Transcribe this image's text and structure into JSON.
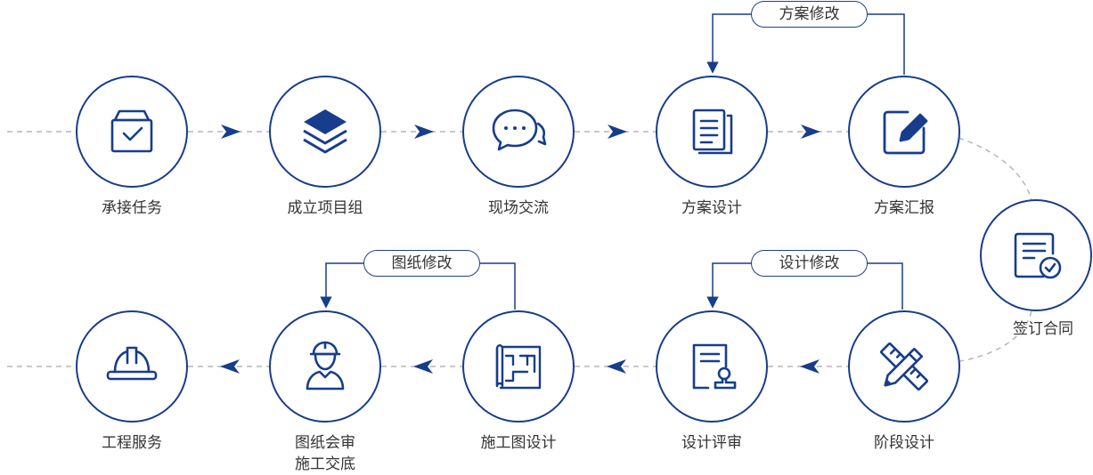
{
  "colors": {
    "primary": "#173d8c",
    "dashed": "#b6b6b6",
    "text": "#333333"
  },
  "steps": [
    {
      "label": "承接任务",
      "icon": "box-check-icon"
    },
    {
      "label": "成立项目组",
      "icon": "layers-icon"
    },
    {
      "label": "现场交流",
      "icon": "chat-bubbles-icon"
    },
    {
      "label": "方案设计",
      "icon": "document-list-icon"
    },
    {
      "label": "方案汇报",
      "icon": "edit-square-icon"
    },
    {
      "label": "签订合同",
      "icon": "contract-check-icon"
    },
    {
      "label": "阶段设计",
      "icon": "ruler-pencil-icon"
    },
    {
      "label": "设计评审",
      "icon": "document-stamp-icon"
    },
    {
      "label": "施工图设计",
      "icon": "blueprint-icon"
    },
    {
      "label": "图纸会审",
      "label2": "施工交底",
      "icon": "worker-icon"
    },
    {
      "label": "工程服务",
      "icon": "hard-hat-icon"
    }
  ],
  "loops": [
    {
      "label": "方案修改"
    },
    {
      "label": "图纸修改"
    },
    {
      "label": "设计修改"
    }
  ]
}
